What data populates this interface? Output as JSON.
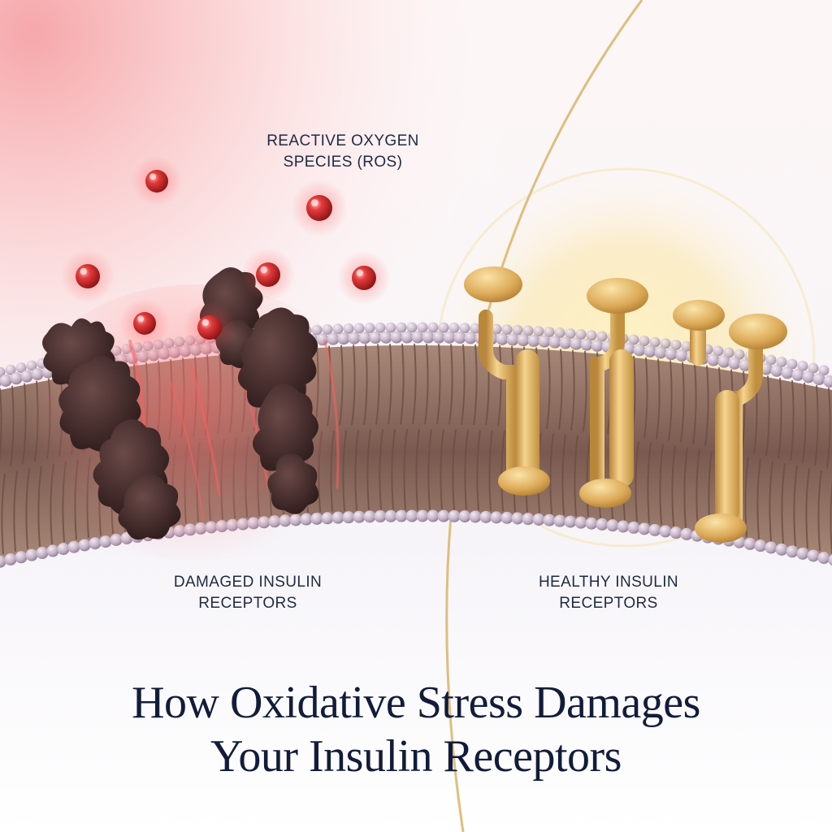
{
  "labels": {
    "ros": [
      "REACTIVE OXYGEN",
      "SPECIES (ROS)"
    ],
    "damaged": [
      "DAMAGED INSULIN",
      "RECEPTORS"
    ],
    "healthy": [
      "HEALTHY INSULIN",
      "RECEPTORS"
    ]
  },
  "title": [
    "How Oxidative Stress Damages",
    "Your Insulin Receptors"
  ],
  "icons": {
    "ros": "red-ros-sphere",
    "damaged_receptor": "charred-receptor-cluster",
    "healthy_receptor": "golden-receptor",
    "membrane": "phospholipid-bilayer"
  },
  "colors": {
    "damage_glow": "#f4a6a6",
    "ros_red": "#d9262a",
    "damaged_receptor": "#3a2424",
    "healthy_gold": "#e2b25c",
    "healthy_glow": "#fff0b8",
    "membrane_head": "#c8b8c8",
    "membrane_tail": "#8c6a5e",
    "divider_gold": "#d8b468",
    "text": "#1f2a44",
    "title": "#121c3a"
  }
}
